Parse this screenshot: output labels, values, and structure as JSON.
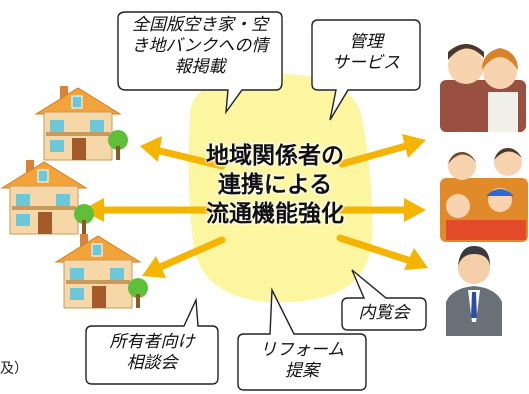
{
  "center_label": [
    "地域関係者の",
    "連携による",
    "流通機能強化"
  ],
  "callouts": {
    "national_bank": [
      "全国版空き家・空",
      "き地バンクへの情",
      "報掲載"
    ],
    "management": [
      "管理",
      "サービス"
    ],
    "owner_consult": [
      "所有者向け",
      "相談会"
    ],
    "reform": [
      "リフォーム",
      "提案"
    ],
    "viewing": [
      "内覧会"
    ]
  },
  "cropped_text": "及）",
  "colors": {
    "center_blob": "#fbf59a",
    "arrow": "#f5b400",
    "bubble_border": "#222222"
  },
  "icons": [
    "house-icon",
    "couple-icon",
    "family-icon",
    "businessman-icon"
  ]
}
